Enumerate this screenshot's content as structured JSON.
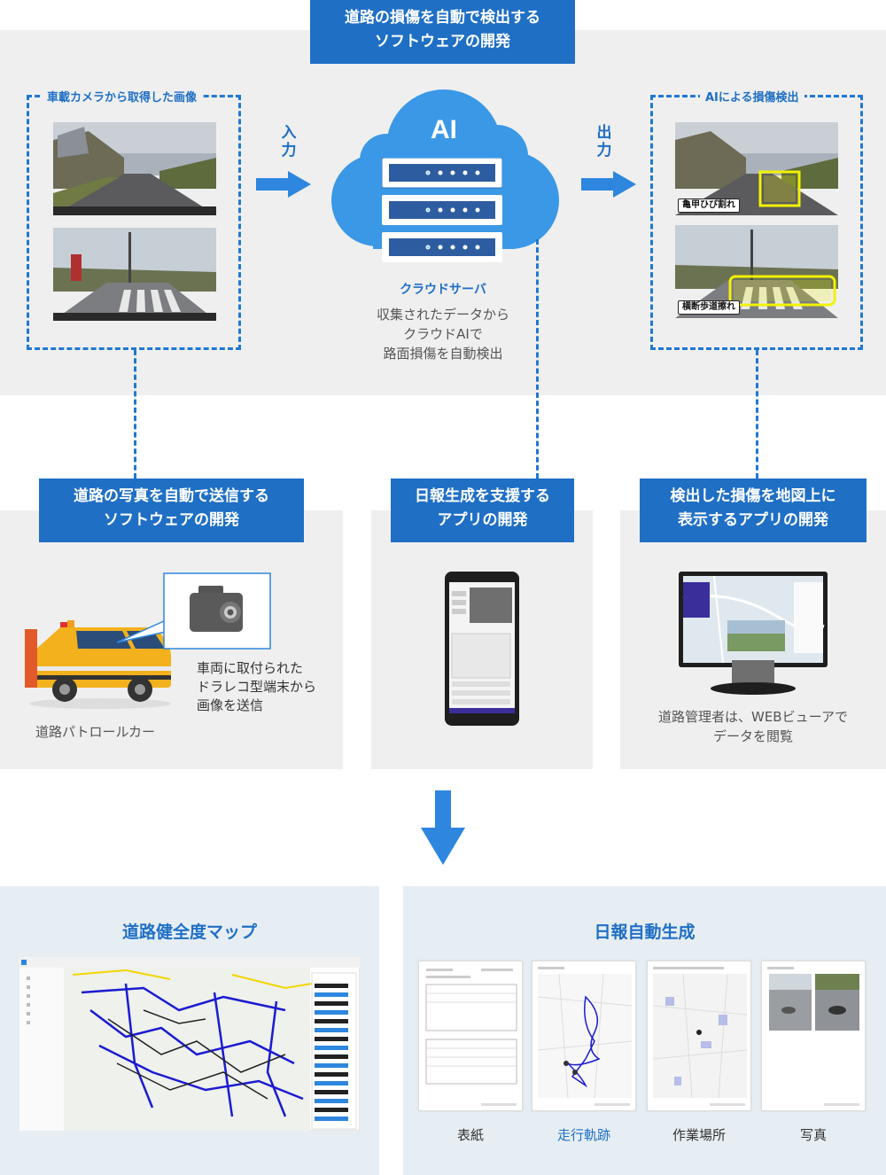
{
  "top": {
    "title_line1": "道路の損傷を自動で検出する",
    "title_line2": "ソフトウェアの開発",
    "input_label": "車載カメラから取得した画像",
    "input_arrow_label": "入力",
    "cloud_label": "AI",
    "server_title": "クラウドサーバ",
    "server_desc_line1": "収集されたデータから",
    "server_desc_line2": "クラウドAIで",
    "server_desc_line3": "路面損傷を自動検出",
    "output_arrow_label": "出力",
    "output_label": "AIによる損傷検出",
    "damage_tags": [
      "亀甲ひび割れ",
      "横断歩道擦れ"
    ]
  },
  "middle": {
    "left": {
      "title_line1": "道路の写真を自動で送信する",
      "title_line2": "ソフトウェアの開発",
      "car_caption": "道路パトロールカー",
      "desc_line1": "車両に取付られた",
      "desc_line2": "ドラレコ型端末から",
      "desc_line3": "画像を送信"
    },
    "center": {
      "title_line1": "日報生成を支援する",
      "title_line2": "アプリの開発"
    },
    "right": {
      "title_line1": "検出した損傷を地図上に",
      "title_line2": "表示するアプリの開発",
      "desc_line1": "道路管理者は、WEBビューアで",
      "desc_line2": "データを閲覧"
    }
  },
  "bottom": {
    "left_title": "道路健全度マップ",
    "right_title": "日報自動生成",
    "page_labels": [
      "表紙",
      "走行軌跡",
      "作業場所",
      "写真"
    ]
  },
  "colors": {
    "accent": "#1f6fc5",
    "arrow": "#2e86de",
    "cloud": "#3a98e6",
    "highlight": "#f2f200",
    "gray_bg": "#efefef",
    "blue_bg": "#e6eef3"
  }
}
